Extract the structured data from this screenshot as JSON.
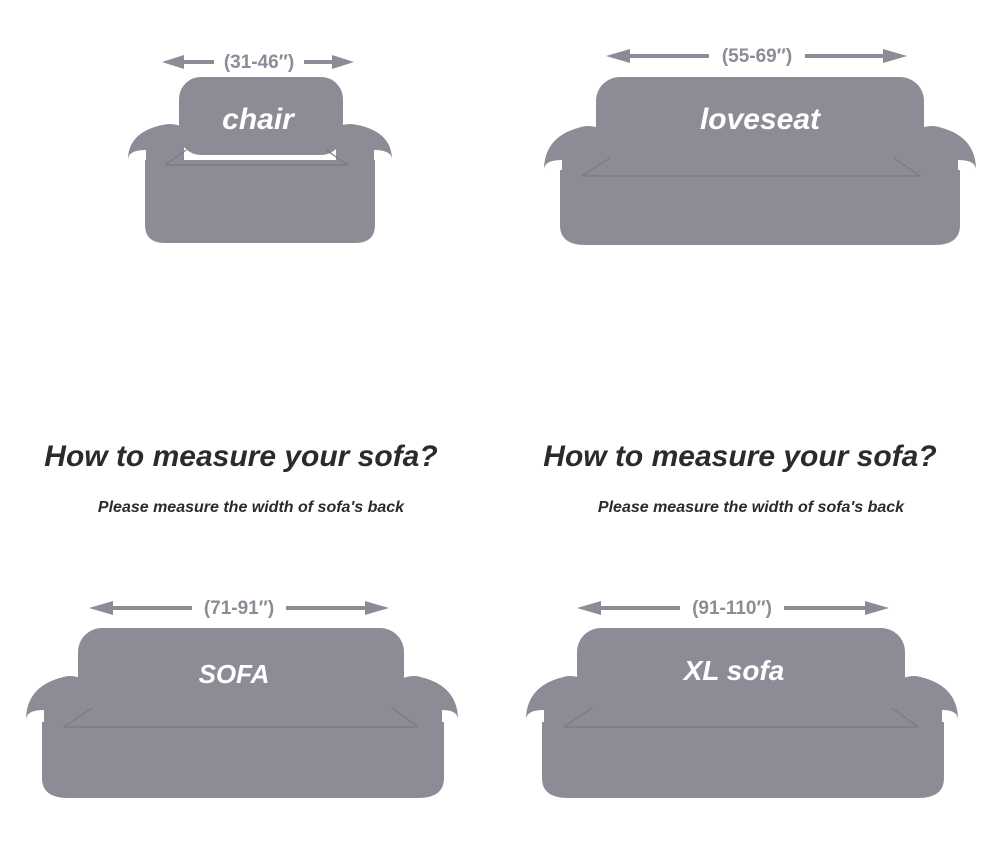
{
  "colors": {
    "sofa": "#8c8c96",
    "label": "#ffffff",
    "heading": "#2b2b2b",
    "background": "#ffffff"
  },
  "instructions": [
    {
      "title": "How to measure your sofa?",
      "subtitle": "Please measure the width of sofa's back"
    },
    {
      "title": "How to measure your sofa?",
      "subtitle": "Please measure the width of sofa's back"
    }
  ],
  "sizes": [
    {
      "name": "chair",
      "range": "(31-46″)"
    },
    {
      "name": "loveseat",
      "range": "(55-69″)"
    },
    {
      "name": "SOFA",
      "range": "(71-91″)"
    },
    {
      "name": "XL sofa",
      "range": "(91-110″)"
    }
  ]
}
